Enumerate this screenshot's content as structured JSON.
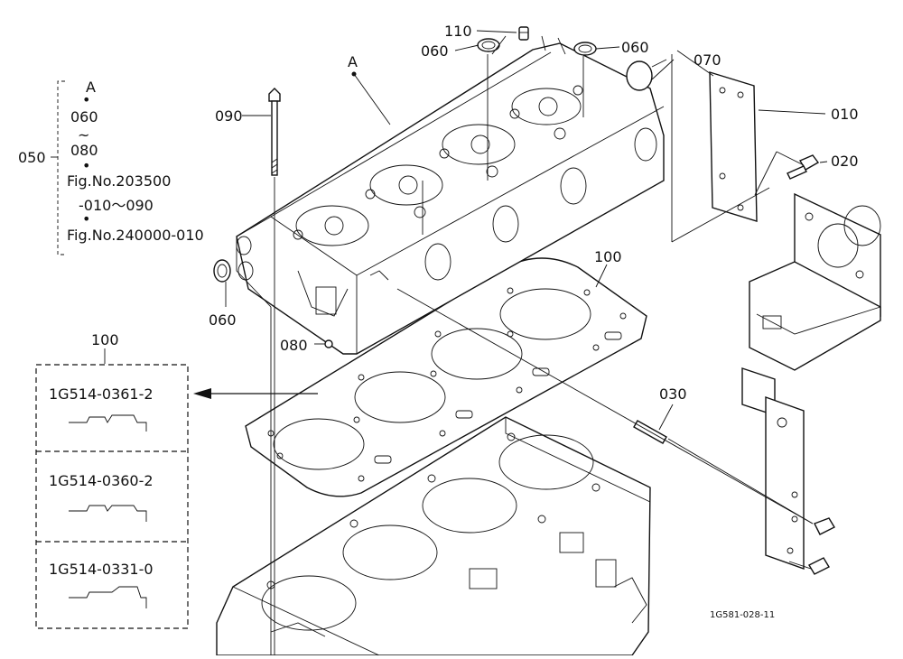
{
  "labels": {
    "p110": "110",
    "p060_top": "060",
    "p060_right": "060",
    "p070": "070",
    "p010": "010",
    "p020": "020",
    "p090": "090",
    "pA": "A",
    "p060_left": "060",
    "p080": "080",
    "p100_top": "100",
    "p030": "030",
    "p050": "050",
    "p100_box": "100"
  },
  "note050": {
    "line1": "A",
    "line2": "060",
    "line3": "~",
    "line4": "080",
    "line5": "Fig.No.203500",
    "line6": "-010～090",
    "line7": "Fig.No.240000-010"
  },
  "variants": [
    {
      "code": "1G514-0361-2"
    },
    {
      "code": "1G514-0360-2"
    },
    {
      "code": "1G514-0331-0"
    }
  ],
  "figure_id": "1G581-028-11"
}
